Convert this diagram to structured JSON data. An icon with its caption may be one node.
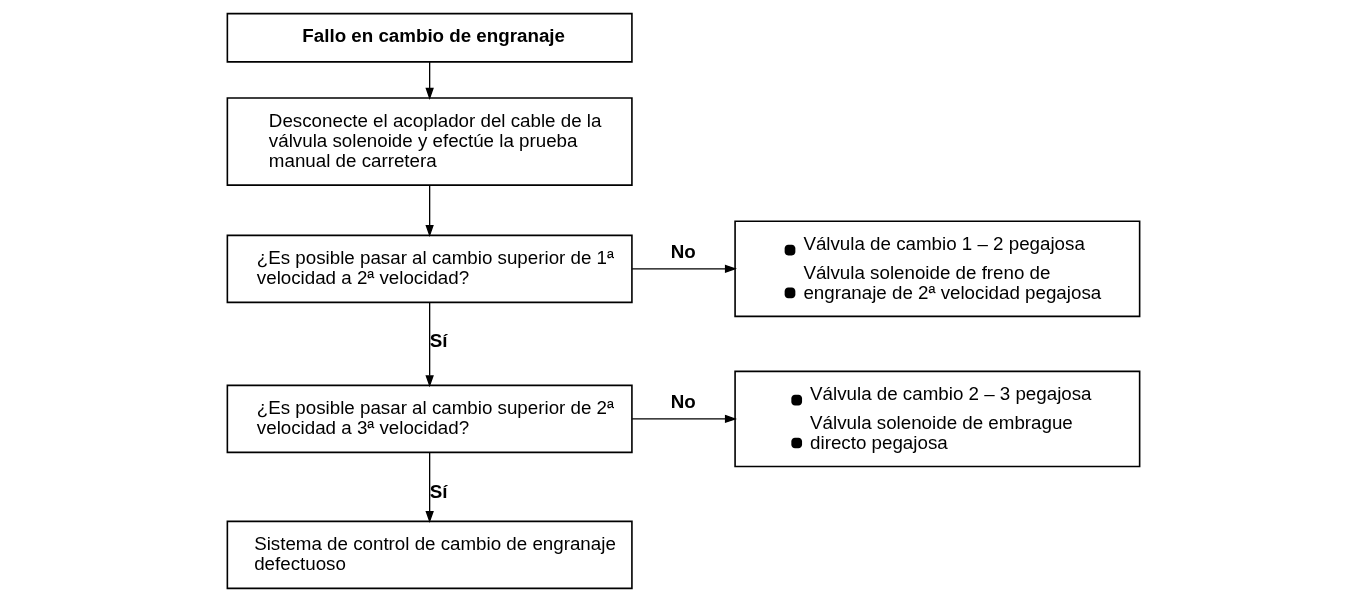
{
  "diagram": {
    "nodes": [
      {
        "text": [
          "Fallo en cambio de engranaje"
        ]
      },
      {
        "text": [
          "Desconecte el acoplador del cable de la válvula solenoide y efectúe la prueba manual de carretera"
        ]
      },
      {
        "text": [
          "¿Es posible pasar al cambio superior de 1ª velocidad a 2ª velocidad?"
        ]
      },
      {
        "text": [
          "Válvula de cambio 1 – 2 pegajosa",
          "Válvula solenoide de freno de engranaje de 2ª velocidad pegajosa"
        ]
      },
      {
        "text": [
          "¿Es posible pasar al cambio superior de 2ª velocidad a 3ª velocidad?"
        ]
      },
      {
        "text": [
          "Válvula de cambio 2 – 3 pegajosa",
          "Válvula solenoide de embrague directo pegajosa"
        ]
      },
      {
        "text": [
          "Sistema de control de cambio de engranaje defectuoso"
        ]
      }
    ],
    "edges": [
      {
        "from": 0,
        "to": 1,
        "arrow": "to"
      },
      {
        "from": 1,
        "to": 2,
        "arrow": "to"
      },
      {
        "from": 2,
        "to": 3,
        "arrow": "to",
        "label": "No"
      },
      {
        "from": 2,
        "to": 4,
        "arrow": "to",
        "label": "Sí"
      },
      {
        "from": 4,
        "to": 5,
        "arrow": "to",
        "label": "No"
      },
      {
        "from": 4,
        "to": 6,
        "arrow": "to",
        "label": "Sí"
      }
    ]
  }
}
